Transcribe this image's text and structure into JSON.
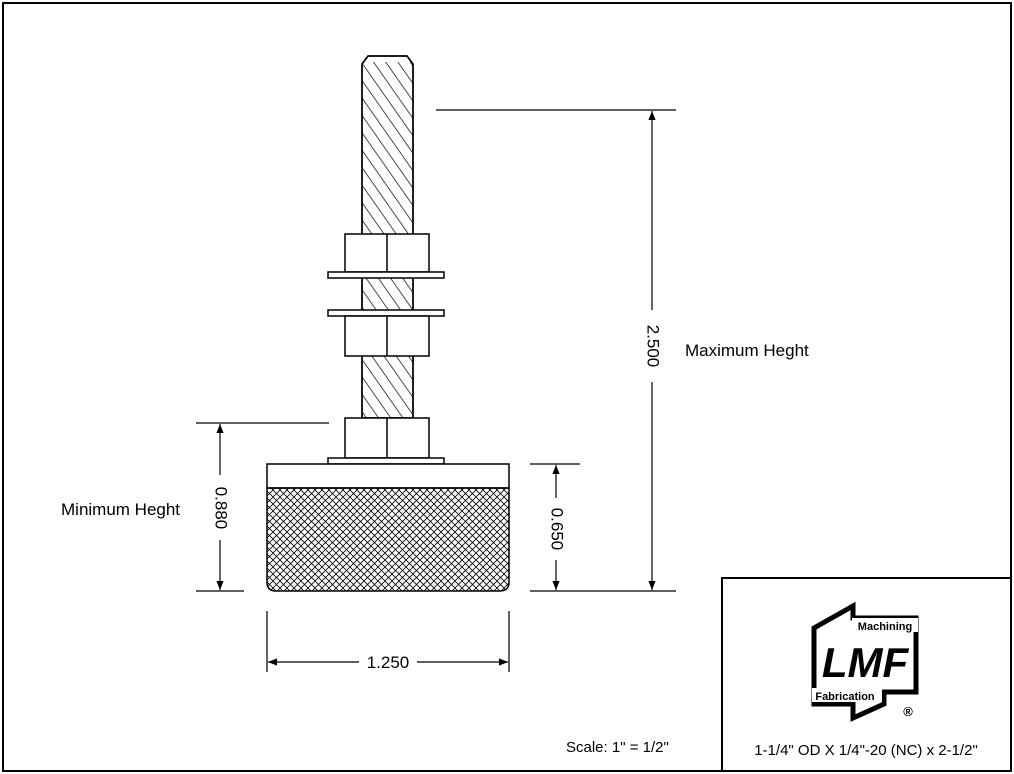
{
  "dimensions": {
    "max_height": "2.500",
    "min_height": "0.880",
    "pad_height": "0.650",
    "pad_width": "1.250"
  },
  "labels": {
    "maximum_height": "Maximum Heght",
    "minimum_height": "Minimum Heght",
    "scale": "Scale:  1\" = 1/2\""
  },
  "title_block": {
    "logo_main": "LMF",
    "logo_top": "Machining",
    "logo_bottom": "Fabrication",
    "registered_mark": "®",
    "part_description": "1-1/4\" OD X 1/4\"-20 (NC) x 2-1/2\""
  }
}
